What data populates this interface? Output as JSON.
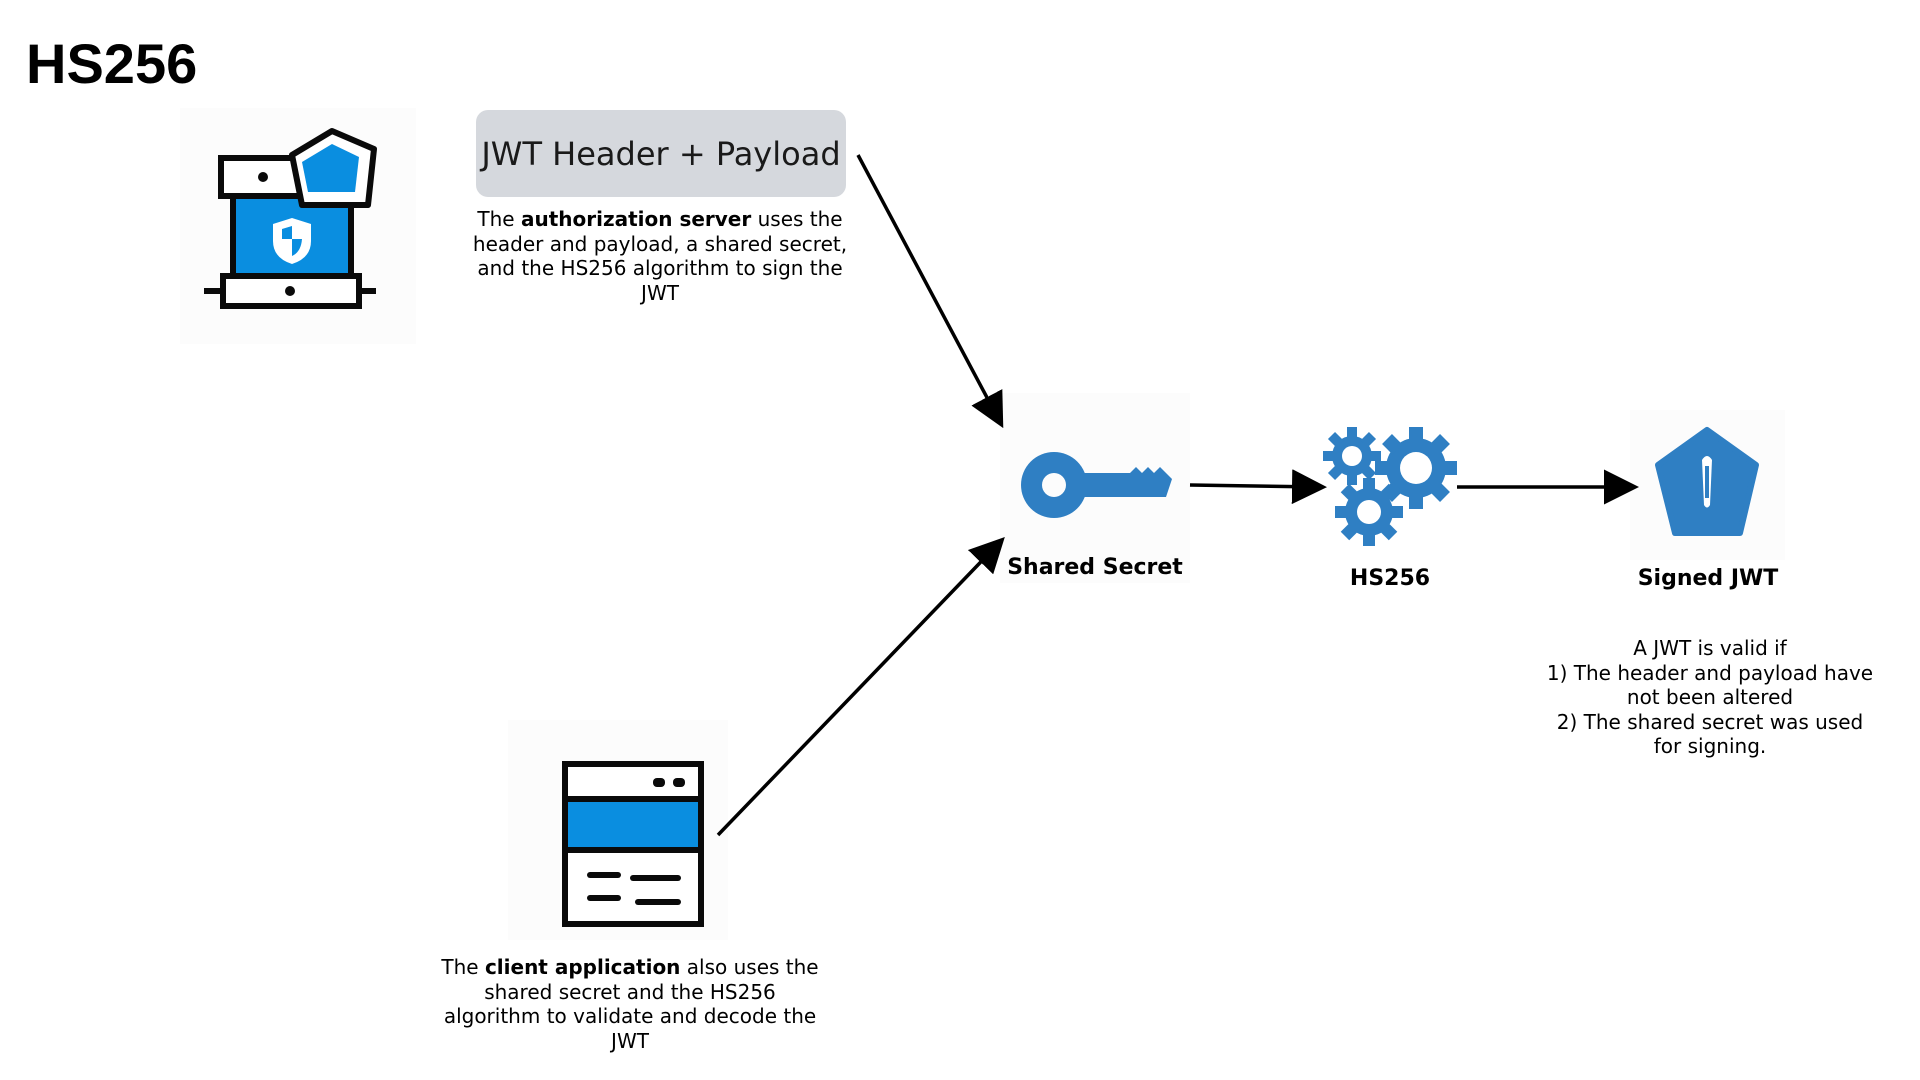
{
  "diagram": {
    "title": "HS256",
    "header_box": "JWT Header + Payload",
    "auth_caption": {
      "pre": "The ",
      "bold": "authorization server",
      "post": " uses the header and payload, a shared secret, and the HS256 algorithm to sign the JWT"
    },
    "client_caption": {
      "bold": "client application",
      "pre": "The ",
      "post": " also uses the shared secret and the HS256 algorithm to validate and decode the JWT"
    },
    "nodes": {
      "shared_secret": "Shared Secret",
      "hs256": "HS256",
      "signed_jwt": "Signed JWT"
    },
    "validity_note": {
      "line1": "A JWT is valid if",
      "line2": "1) The header and payload have",
      "line3": "not been altered",
      "line4": "2) The shared secret was used",
      "line5": "for signing."
    },
    "colors": {
      "icon_blue": "#2f7fc3",
      "accent_blue": "#0a8ee0",
      "header_box": "#d5d8dd"
    },
    "icons": {
      "server": "server-shield-icon",
      "key": "key-icon",
      "gears": "gears-icon",
      "jwt": "jwt-badge-icon",
      "client": "browser-window-icon"
    }
  }
}
